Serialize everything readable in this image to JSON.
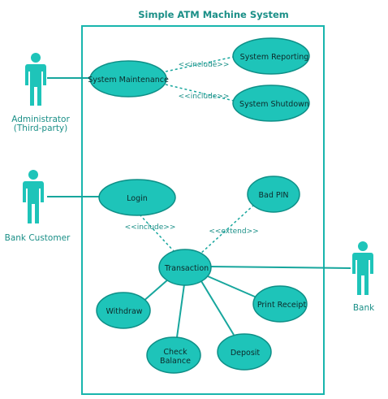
{
  "title": "Simple ATM Machine System",
  "colors": {
    "accent": "#18b5ad",
    "fill": "#1ec4b9",
    "stroke": "#0e8f87",
    "line": "#17a69d",
    "label": "#1a8f87"
  },
  "actors": {
    "administrator": "Administrator",
    "administrator_sub": "(Third-party)",
    "bank_customer": "Bank Customer",
    "bank": "Bank"
  },
  "use_cases": {
    "system_maintenance": "System Maintenance",
    "system_reporting": "System Reporting",
    "system_shutdown": "System Shutdown",
    "login": "Login",
    "bad_pin": "Bad PIN",
    "transaction": "Transaction",
    "withdraw": "Withdraw",
    "print_receipt": "Print Receipt",
    "check_balance_line1": "Check",
    "check_balance_line2": "Balance",
    "deposit": "Deposit"
  },
  "relations": {
    "include_reporting": "<<include>>",
    "include_shutdown": "<<include>>",
    "include_login": "<<include>>",
    "extend_bad_pin": "<<extend>>"
  }
}
